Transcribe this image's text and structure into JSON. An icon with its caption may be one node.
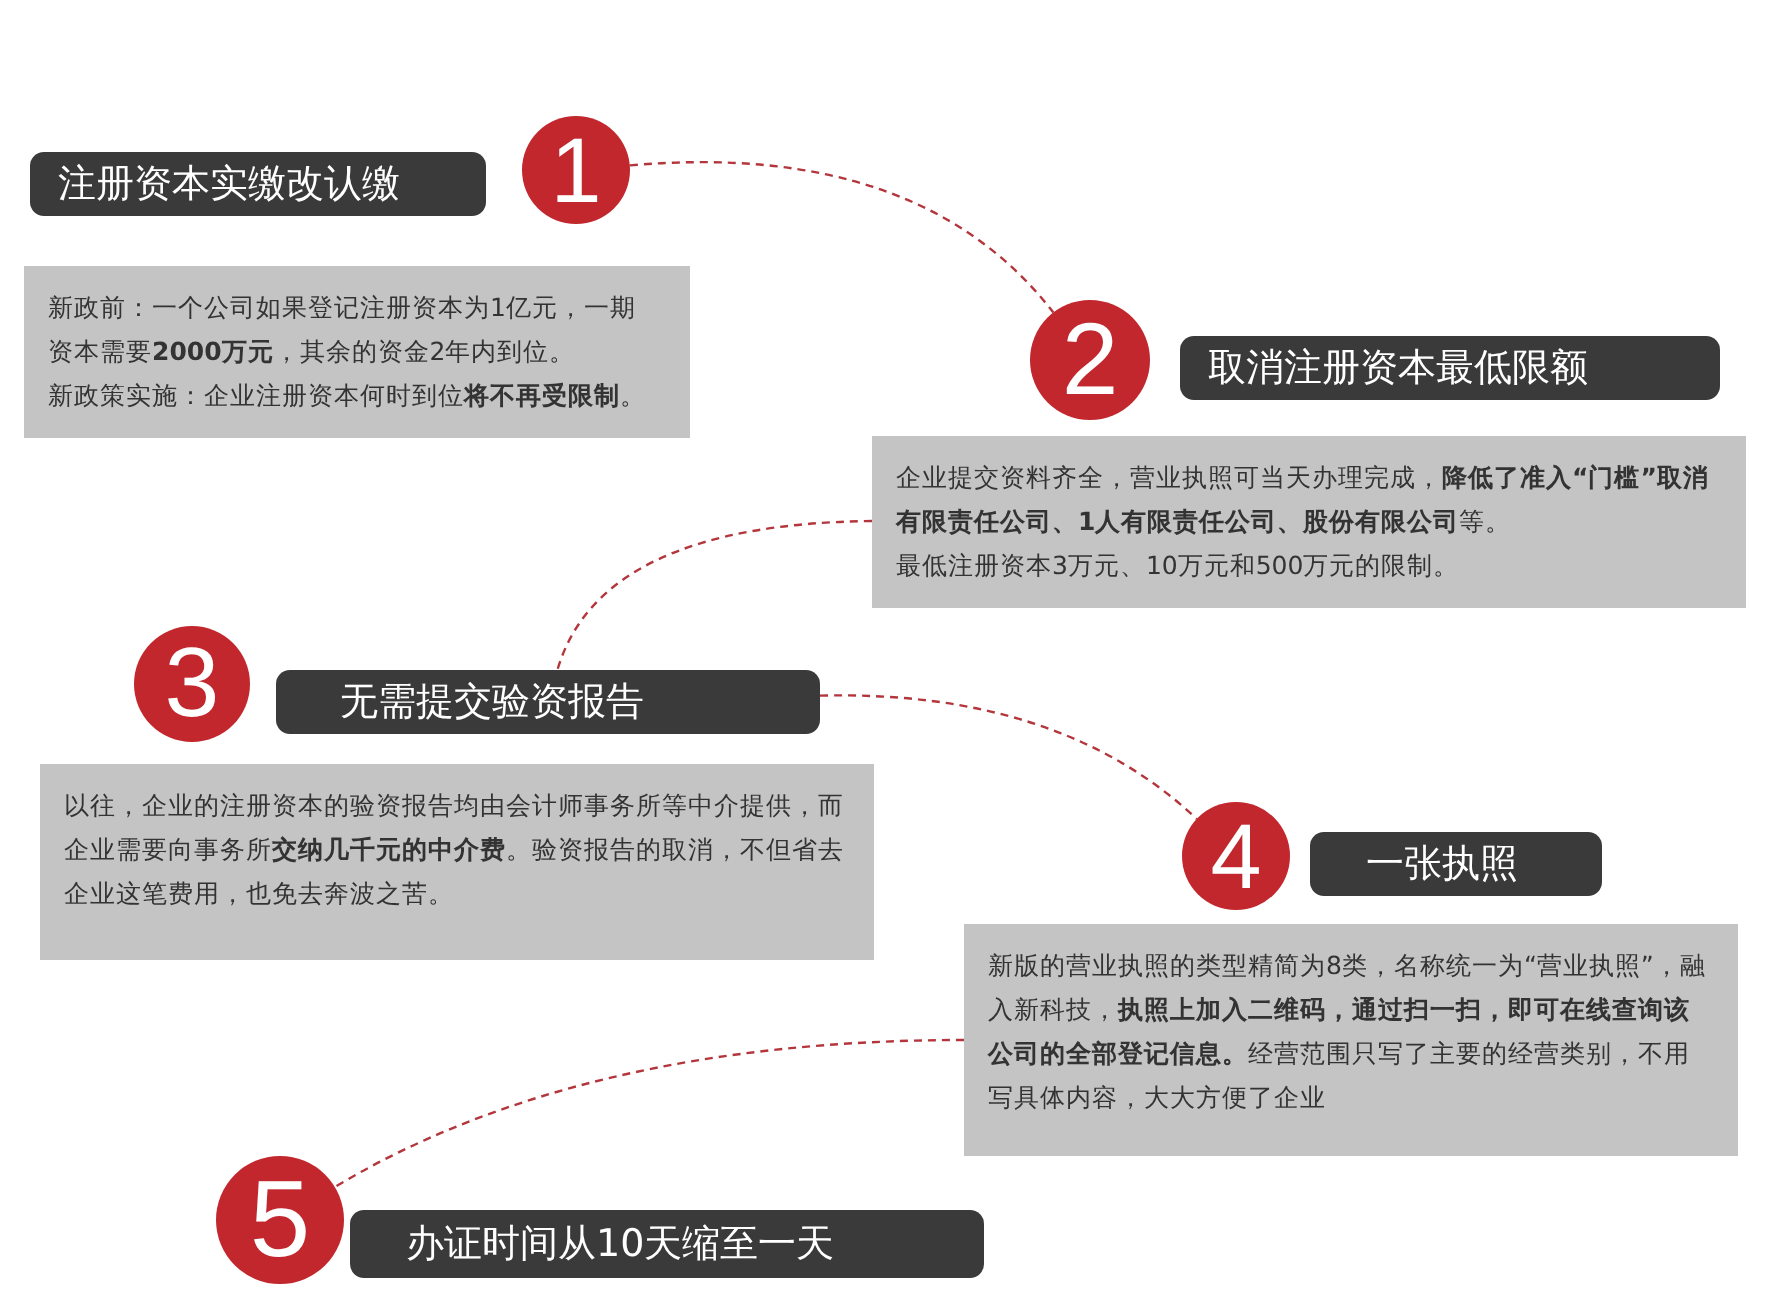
{
  "diagram": {
    "nodes": [
      {
        "text": [
          "注册资本实缴改认缴"
        ]
      },
      {
        "text": [
          "1"
        ]
      },
      {
        "text": [
          "新政前：一个公司如果登记注册资本为1亿元，一期资本需要**2000万元**，其余的资金2年内到位。",
          "新政策实施：企业注册资本何时到位**将不再受限制**。"
        ]
      },
      {
        "text": [
          "2"
        ]
      },
      {
        "text": [
          "取消注册资本最低限额"
        ]
      },
      {
        "text": [
          "企业提交资料齐全，营业执照可当天办理完成，**降低了准入“门槛”取消有限责任公司、1人有限责任公司、股份有限公司**等。",
          "最低注册资本3万元、10万元和500万元的限制。"
        ]
      },
      {
        "text": [
          "3"
        ]
      },
      {
        "text": [
          "无需提交验资报告"
        ]
      },
      {
        "text": [
          "以往，企业的注册资本的验资报告均由会计师事务所等中介提供，而企业需要向事务所**交纳几千元的中介费**。验资报告的取消，不但省去企业这笔费用，也免去奔波之苦。"
        ]
      },
      {
        "text": [
          "4"
        ]
      },
      {
        "text": [
          "一张执照"
        ]
      },
      {
        "text": [
          "新版的营业执照的类型精简为8类，名称统一为“营业执照”，融入新科技，**执照上加入二维码，通过扫一扫，即可在线查询该公司的全部登记信息。**经营范围只写了主要的经营类别，不用写具体内容，大大方便了企业"
        ]
      },
      {
        "text": [
          "5"
        ]
      },
      {
        "text": [
          "办证时间从10天缩至一天"
        ]
      }
    ],
    "edges": [
      {
        "from": 1,
        "to": 3,
        "arrow": "none",
        "style": "dashed"
      },
      {
        "from": 5,
        "to": 7,
        "arrow": "none",
        "style": "dashed"
      },
      {
        "from": 7,
        "to": 9,
        "arrow": "none",
        "style": "dashed"
      },
      {
        "from": 11,
        "to": 12,
        "arrow": "none",
        "style": "dashed"
      }
    ]
  }
}
